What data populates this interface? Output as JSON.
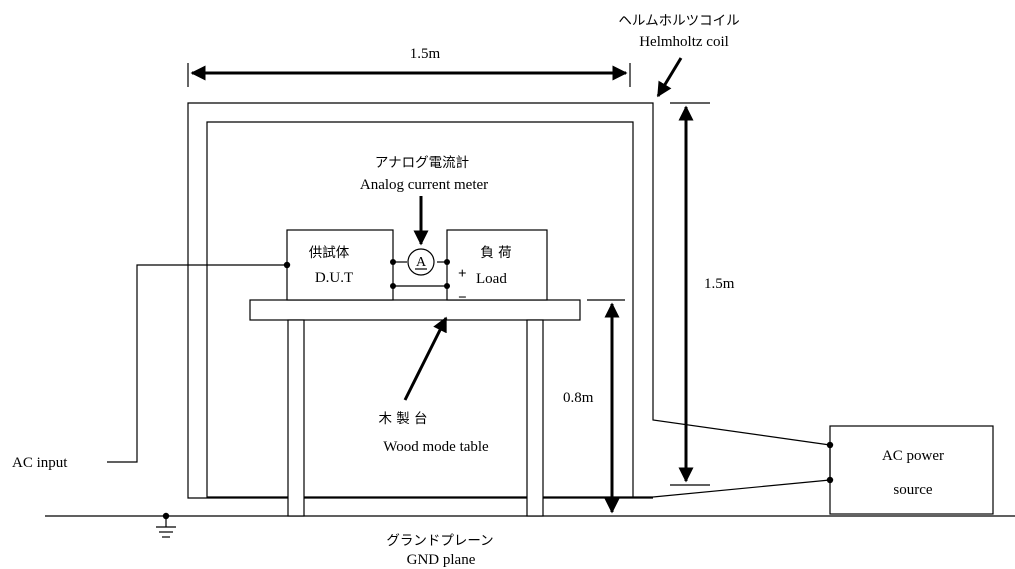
{
  "labels": {
    "width_dim": "1.5m",
    "height_dim": "1.5m",
    "table_height_dim": "0.8m",
    "coil_jp": "ヘルムホルツコイル",
    "coil_en": "Helmholtz coil",
    "meter_jp": "アナログ電流計",
    "meter_en": "Analog current meter",
    "meter_symbol": "A",
    "dut_jp": "供試体",
    "dut_en": "D.U.T",
    "load_jp": "負 荷",
    "load_en": "Load",
    "plus": "+",
    "minus": "−",
    "table_jp": "木 製 台",
    "table_en": "Wood mode table",
    "ac_input": "AC input",
    "power_line1": "AC power",
    "power_line2": "source",
    "gnd_jp": "グランドプレーン",
    "gnd_en": "GND plane"
  }
}
